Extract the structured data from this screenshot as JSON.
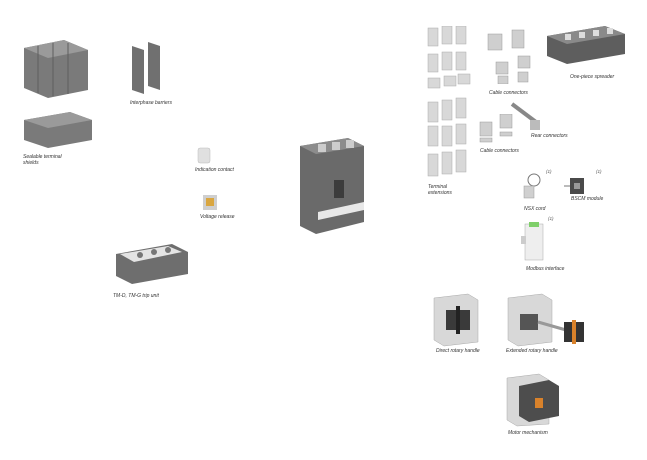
{
  "labels": {
    "sealable_terminal_shields": "Sealable terminal shields",
    "interphase_barriers": "Interphase barriers",
    "indication_contact": "Indication contact",
    "voltage_release": "Voltage release",
    "trip_unit": "TM-D, TM-G trip unit",
    "one_piece_spreader": "One-piece spreader",
    "cable_connectors_top": "Cable connectors",
    "rear_connectors": "Rear connectors",
    "cable_connectors_bottom": "Cable connectors",
    "terminal_extensions": "Terminal extensions",
    "nsx_cord": "NSX cord",
    "bscm_module": "BSCM module",
    "modbus_interface": "Modbus interface",
    "direct_rotary_handle": "Direct rotary handle",
    "extended_rotary_handle": "Extended rotary handle",
    "motor_mechanism": "Motor mechanism"
  },
  "notes": {
    "nsx_cord": "(1)",
    "bscm_module": "(1)",
    "modbus_interface": "(1)"
  },
  "colors": {
    "part_dark": "#6b6b6b",
    "part_mid": "#8a8a8a",
    "part_light": "#dcdcdc",
    "accent_green": "#7fcf6a",
    "accent_orange": "#d9822b"
  }
}
